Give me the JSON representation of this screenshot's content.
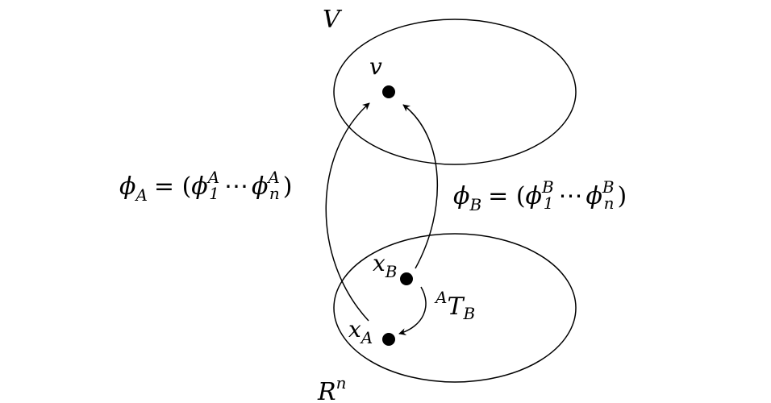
{
  "sets": {
    "top": {
      "label": "V"
    },
    "bottom": {
      "label": "R",
      "label_sup": "n"
    }
  },
  "points": {
    "v": {
      "label": "v"
    },
    "xA": {
      "label": "x",
      "sub": "A"
    },
    "xB": {
      "label": "x",
      "sub": "B"
    }
  },
  "maps": {
    "phiA": {
      "name": "ϕ",
      "name_sub": "A",
      "eq": "= (",
      "c1": "ϕ",
      "c1_sub": "1",
      "c1_sup": "A",
      "dots": "⋯",
      "cn": "ϕ",
      "cn_sub": "n",
      "cn_sup": "A",
      "close": ")"
    },
    "phiB": {
      "name": "ϕ",
      "name_sub": "B",
      "eq": "= (",
      "c1": "ϕ",
      "c1_sub": "1",
      "c1_sup": "B",
      "dots": "⋯",
      "cn": "ϕ",
      "cn_sub": "n",
      "cn_sup": "B",
      "close": ")"
    },
    "transition": {
      "pre_sup": "A",
      "name": "T",
      "sub": "B"
    }
  }
}
